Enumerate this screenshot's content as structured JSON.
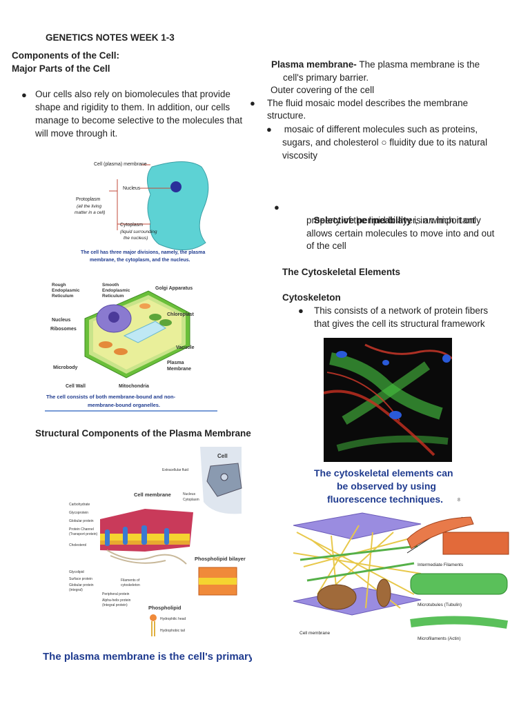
{
  "header": {
    "title": "GENETICS NOTES WEEK 1-3"
  },
  "left": {
    "heading1": "Components of the Cell:",
    "heading2": "Major Parts of the Cell",
    "bullet1": "Our cells also rely on biomolecules that provide shape and rigidity to them. In addition, our cells manage to become selective to the molecules that will move through it.",
    "fig1": {
      "label_membrane": "Cell (plasma) membrane",
      "label_nucleus": "Nucleus",
      "label_protoplasm": "Protoplasm",
      "label_protoplasm_note1": "(all the living",
      "label_protoplasm_note2": "matter in a cell)",
      "label_cytoplasm": "Cytoplasm",
      "label_cytoplasm_note1": "(liquid surrounding",
      "label_cytoplasm_note2": "the nucleus)",
      "caption1": "The cell has three major divisions, namely, the plasma",
      "caption2": "membrane, the cytoplasm, and the nucleus."
    },
    "fig2": {
      "rough_er1": "Rough",
      "rough_er2": "Endoplasmic",
      "rough_er3": "Reticulum",
      "smooth_er1": "Smooth",
      "smooth_er2": "Endoplasmic",
      "smooth_er3": "Reticulum",
      "golgi": "Golgi Apparatus",
      "chloroplast": "Chloroplast",
      "nucleus": "Nucleus",
      "ribosomes": "Ribosomes",
      "vacuole": "Vacuole",
      "plasma1": "Plasma",
      "plasma2": "Membrane",
      "microbody": "Microbody",
      "cell_wall": "Cell Wall",
      "mitochondria": "Mitochondria",
      "caption1": "The cell consists of both membrane-bound and non-",
      "caption2": "membrane-bound organelles."
    },
    "heading3": "Structural Components of the Plasma Membrane",
    "fig3": {
      "cell": "Cell",
      "extracellular": "Extracellular fluid",
      "cell_membrane": "Cell membrane",
      "nucleus": "Nucleus",
      "cytoplasm": "Cytoplasm",
      "carbohydrate": "Carbohydrate",
      "glycoprotein": "Glycoprotein",
      "globular": "Globular protein",
      "channel1": "Protein Channel",
      "channel2": "(Transport protein)",
      "cholesterol": "Cholesterol",
      "glycolipid": "Glycolipid",
      "surface": "Surface protein",
      "globular_int1": "Globular protein",
      "globular_int2": "(integral)",
      "filaments1": "Filaments of",
      "filaments2": "cytoskeleton",
      "peripheral": "Peripheral protein",
      "alpha1": "Alpha-helix protein",
      "alpha2": "(Integral protein)",
      "bilayer": "Phospholipid bilayer",
      "phospholipid": "Phospholipid",
      "head": "Hydrophilic head",
      "tail": "Hydrophobic tail",
      "caption": "The plasma membrane is the cell's primary barrie"
    }
  },
  "right": {
    "pm_label": "Plasma membrane-",
    "pm_text1": " The plasma membrane is the",
    "pm_text2": "cell's primary barrier.",
    "pm_text3": "Outer covering of the cell",
    "fluid1": "The fluid mosaic model describes the membrane",
    "fluid2": "structure.",
    "mosaic1": " mosaic of different molecules such as proteins,",
    "mosaic2": "sugars, and cholesterol ○ fluidity due to its natural",
    "mosaic3": "viscosity",
    "sp_label": "Selective permeability",
    "sp_text1": " is an important",
    "sp_text2": "property of the lipid bilayer, in which it only",
    "sp_text3": "allows certain molecules to move into and out",
    "sp_text4": "of the cell",
    "heading_cyto_elements": "The Cytoskeletal Elements",
    "heading_cyto": "Cytoskeleton",
    "cyto1": "This consists of a network of protein fibers",
    "cyto2": "that gives the cell its structural framework",
    "fig4": {
      "cap1": "The cytoskeletal elements can",
      "cap2": "be observed by using",
      "cap3": "fluorescence techniques.",
      "page": "8"
    },
    "fig5": {
      "intermediate": "Intermediate Filaments",
      "microtubules": "Microtubules (Tubulin)",
      "microfilaments": "Microfilaments (Actin)",
      "membrane": "Cell membrane"
    }
  },
  "bullet_char": "●"
}
